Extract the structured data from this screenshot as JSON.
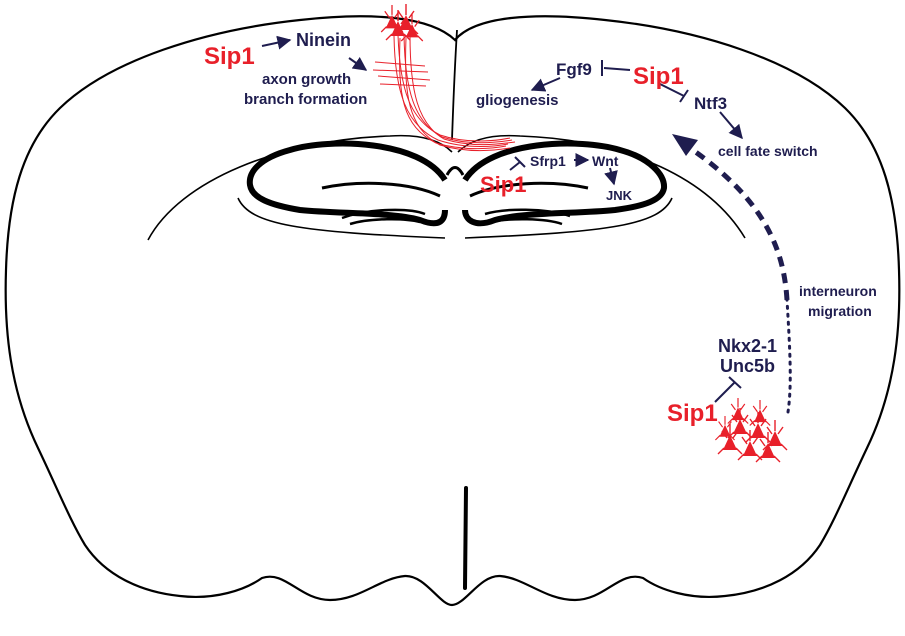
{
  "colors": {
    "sip1": "#e8202a",
    "labels": "#1f1d4f",
    "outline": "#000000",
    "background": "#ffffff"
  },
  "labels": {
    "sip1_cortex": "Sip1",
    "ninein": "Ninein",
    "axon_growth": "axon growth",
    "branch_formation": "branch formation",
    "fgf9": "Fgf9",
    "sip1_glia": "Sip1",
    "gliogenesis": "gliogenesis",
    "ntf3": "Ntf3",
    "cell_fate_switch": "cell fate switch",
    "sip1_hippocampus": "Sip1",
    "sfrp1": "Sfrp1",
    "wnt": "Wnt",
    "jnk": "JNK",
    "interneuron": "interneuron",
    "migration": "migration",
    "nkx2_1": "Nkx2-1",
    "unc5b": "Unc5b",
    "sip1_mge": "Sip1"
  },
  "icons": [
    "cortical-neuron-cluster-icon",
    "interneuron-cluster-icon",
    "activation-arrow-icon",
    "inhibition-bar-icon"
  ]
}
